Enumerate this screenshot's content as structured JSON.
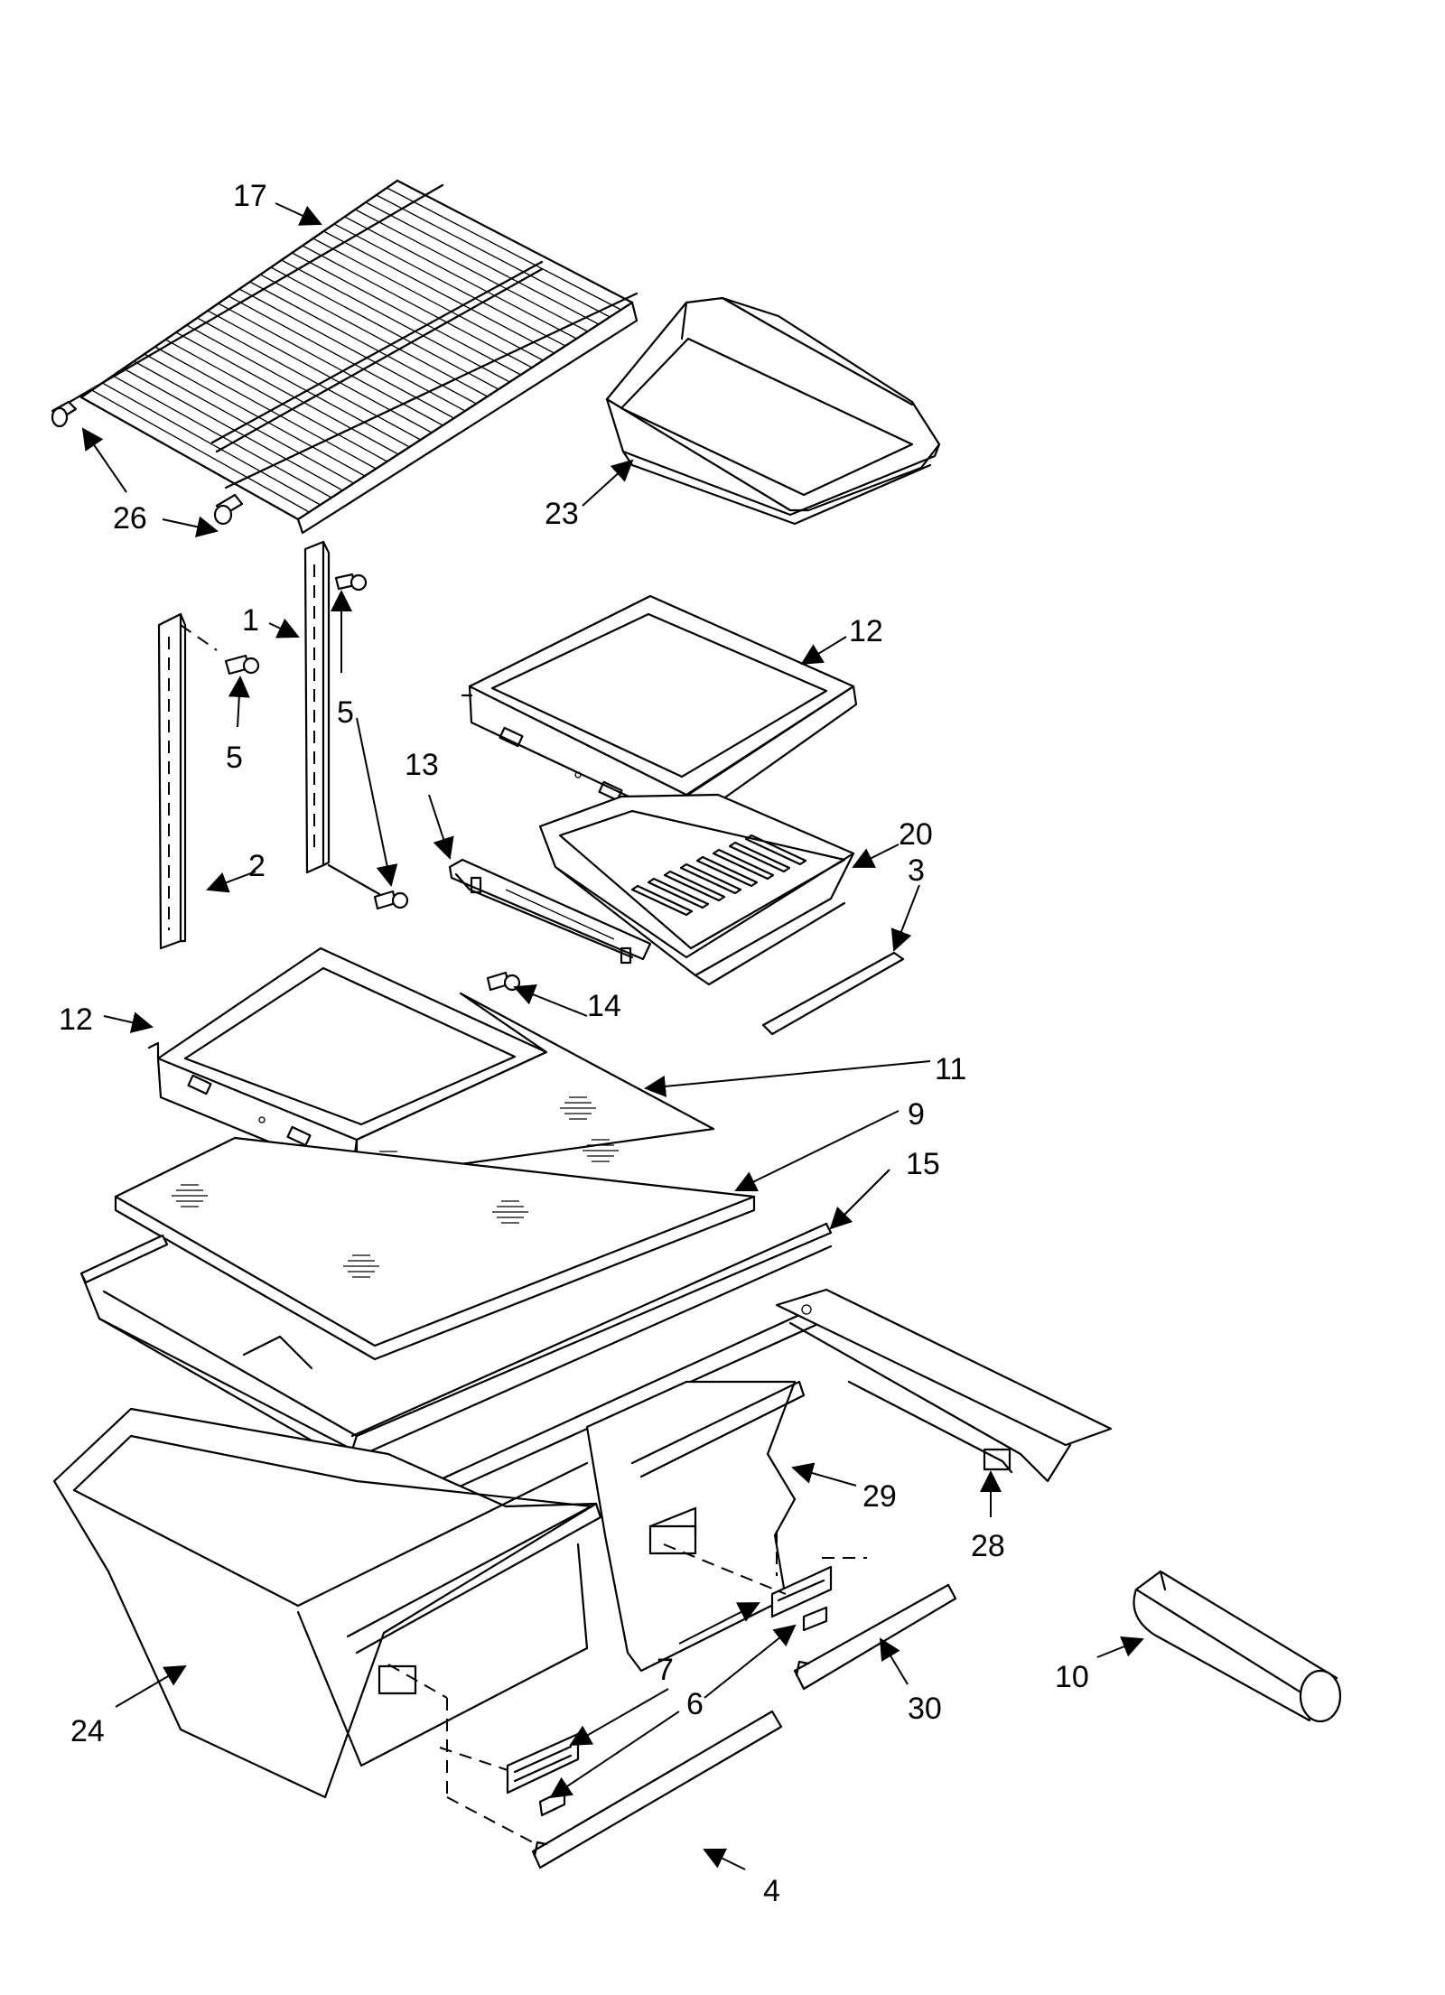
{
  "callouts": {
    "c17": "17",
    "c26a": "26",
    "c26b": "26",
    "c23": "23",
    "c1": "1",
    "c5a": "5",
    "c5b": "5",
    "c2": "2",
    "c12a": "12",
    "c13": "13",
    "c20": "20",
    "c3": "3",
    "c14": "14",
    "c12b": "12",
    "c11": "11",
    "c9": "9",
    "c15": "15",
    "c29": "29",
    "c28": "28",
    "c24": "24",
    "c7": "7",
    "c6": "6",
    "c30": "30",
    "c10": "10",
    "c4": "4"
  },
  "parts": [
    "wire-shelf",
    "shelf-support-knob",
    "storage-bin",
    "shelf-ladder-left",
    "shelf-ladder-right",
    "shelf-screw",
    "glass-shelf-upper",
    "crisper-drawer-upper",
    "drawer-slide-bracket",
    "drawer-trim-strip",
    "glass-shelf-lower",
    "crisper-cover-glass",
    "crisper-cover-frame",
    "cover-trim",
    "crisper-drawer-right",
    "drawer-slide-rail",
    "crisper-drawer-left",
    "humidity-control-slide",
    "humidity-control-clip",
    "drawer-handle-right",
    "drawer-handle-left",
    "door-handle-trim"
  ]
}
